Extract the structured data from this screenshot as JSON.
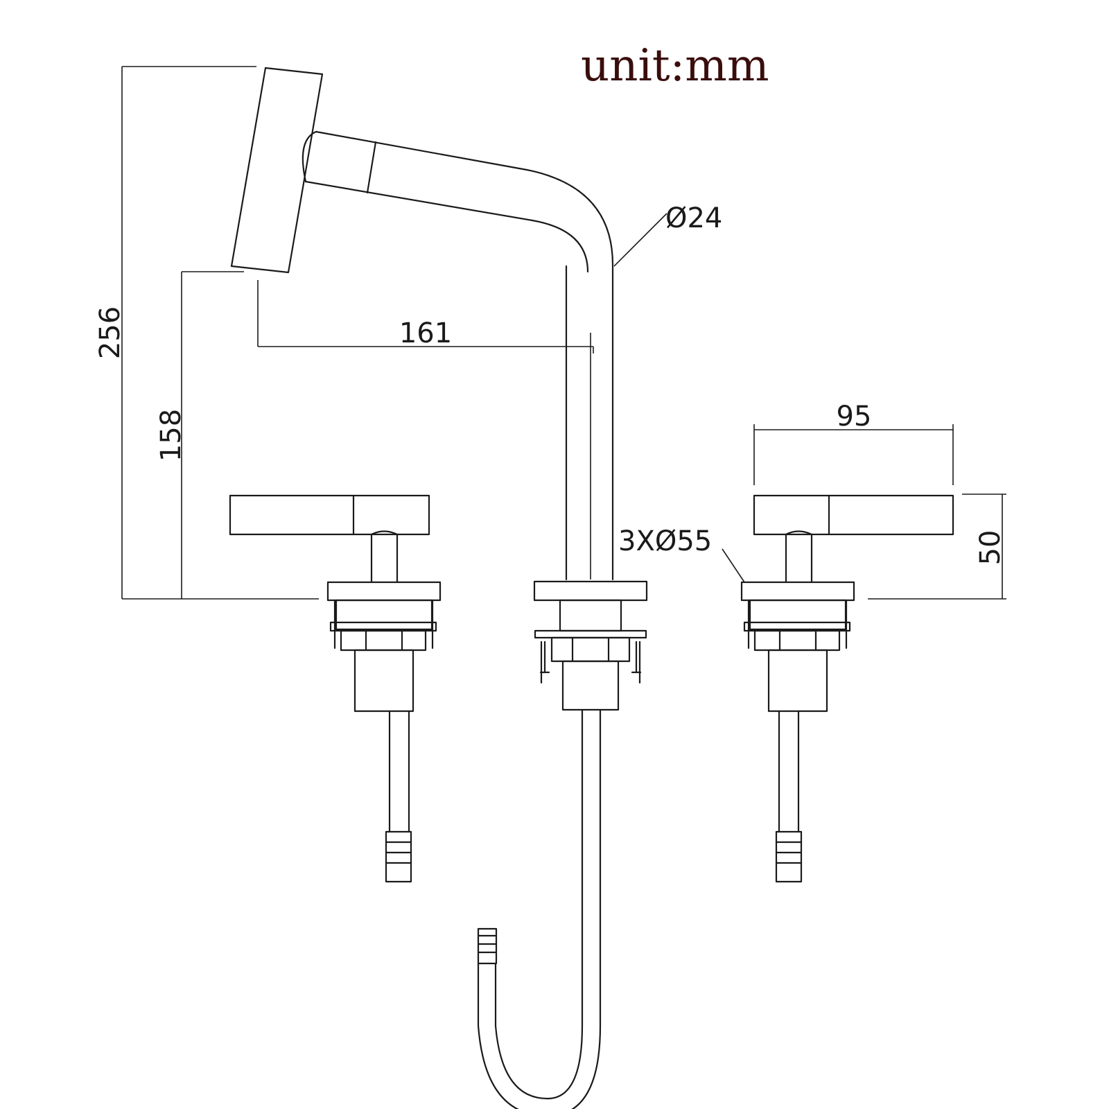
{
  "unit_label": "unit:mm",
  "dimensions": {
    "total_height": "256",
    "spout_height": "158",
    "spout_reach": "161",
    "spout_diameter": "Ø24",
    "handle_length": "95",
    "handle_height": "50",
    "base_diameter": "3XØ55"
  }
}
